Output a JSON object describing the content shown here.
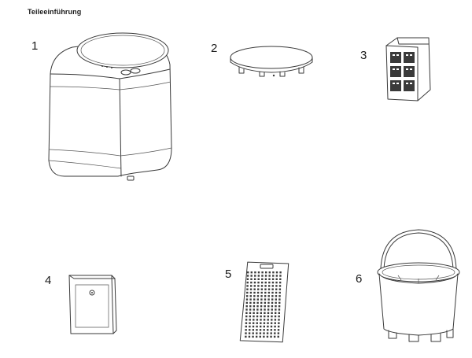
{
  "page": {
    "title": "Teileeinführung"
  },
  "parts": [
    {
      "number": "1",
      "icon": "composter-unit-icon"
    },
    {
      "number": "2",
      "icon": "lid-icon"
    },
    {
      "number": "3",
      "icon": "filter-box-icon"
    },
    {
      "number": "4",
      "icon": "filter-cartridge-icon"
    },
    {
      "number": "5",
      "icon": "perforated-panel-icon"
    },
    {
      "number": "6",
      "icon": "bucket-with-handle-icon"
    }
  ],
  "colors": {
    "line": "#3a3a3a",
    "background": "#ffffff"
  }
}
